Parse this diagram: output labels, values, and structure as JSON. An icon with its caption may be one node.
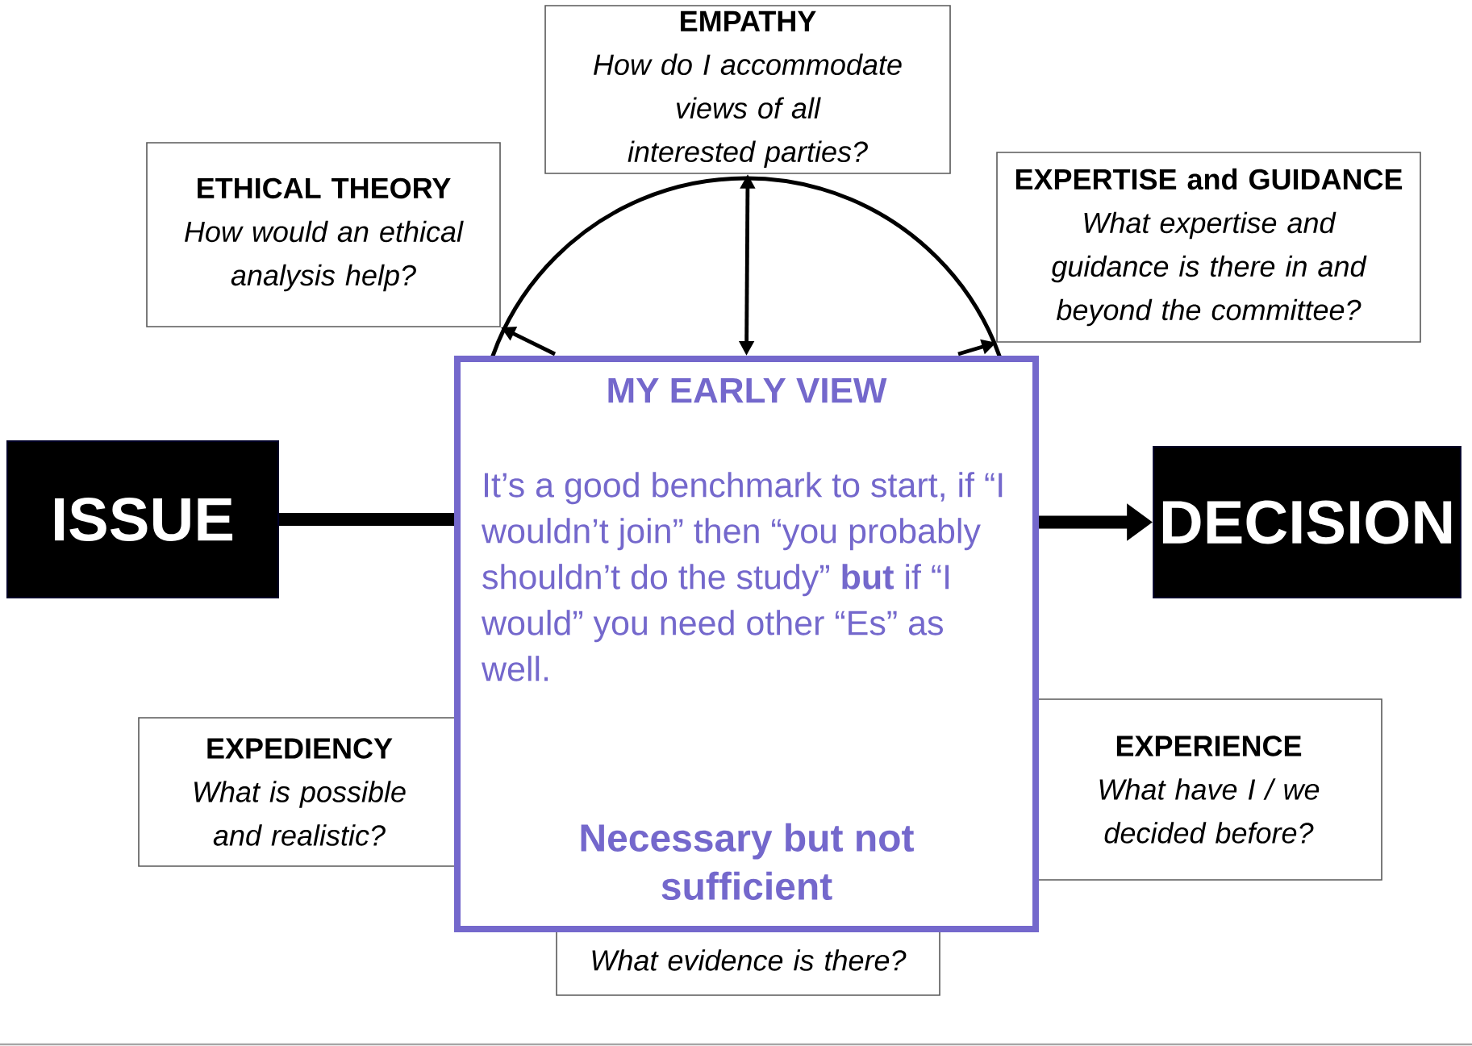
{
  "diagram": {
    "nodes": [
      {
        "text": [
          "EMPATHY",
          "How do I accommodate views of all interested parties?"
        ]
      },
      {
        "text": [
          "ETHICAL THEORY",
          "How would an ethical analysis help?"
        ]
      },
      {
        "text": [
          "EXPERTISE and GUIDANCE",
          "What expertise and guidance is there in and beyond the committee?"
        ]
      },
      {
        "text": [
          "ISSUE"
        ]
      },
      {
        "text": [
          "MY EARLY VIEW",
          "It’s a good benchmark to start, if “I wouldn’t join” then “you probably shouldn’t do the study” **but** if “I would” you need other “Es” as well.",
          "Necessary but not sufficient"
        ]
      },
      {
        "text": [
          "DECISION"
        ]
      },
      {
        "text": [
          "EXPEDIENCY",
          "What is possible and realistic?"
        ]
      },
      {
        "text": [
          "EXPERIENCE",
          "What have I / we decided before?"
        ]
      },
      {
        "text": [
          "What evidence is there?"
        ]
      }
    ],
    "edges": [
      {
        "from": 3,
        "to": 4,
        "arrow": "none",
        "style": "thick"
      },
      {
        "from": 4,
        "to": 5,
        "arrow": "to",
        "style": "thick"
      },
      {
        "from": 4,
        "to": 0,
        "arrow": "both"
      },
      {
        "from": 4,
        "to": 1,
        "arrow": "to"
      },
      {
        "from": 4,
        "to": 2,
        "arrow": "to"
      }
    ]
  }
}
